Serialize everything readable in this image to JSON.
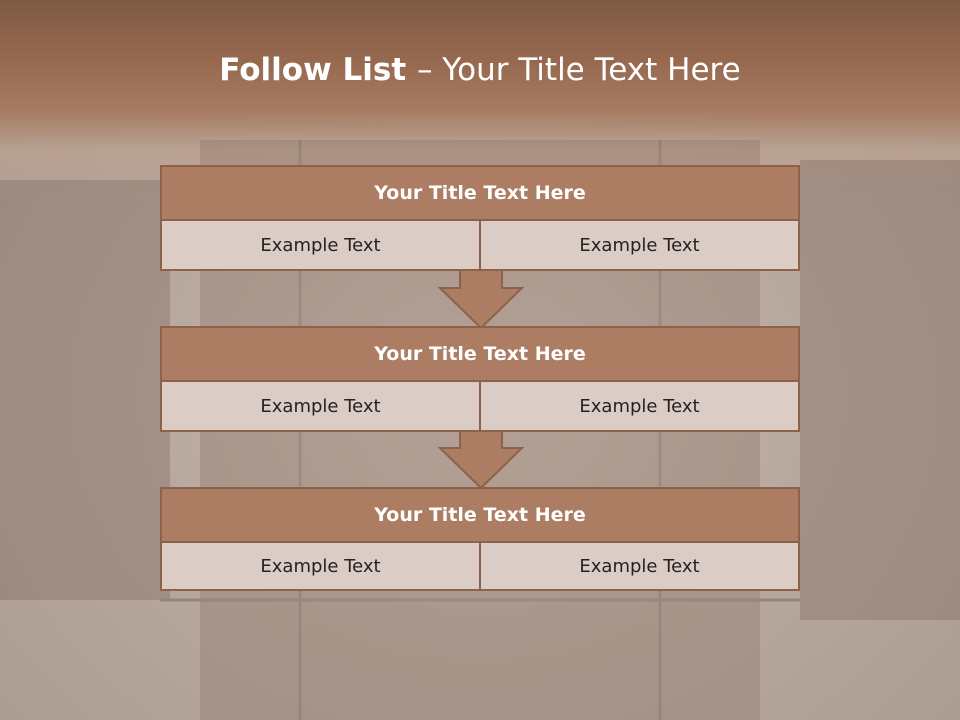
{
  "title": {
    "bold": "Follow List ",
    "rest": " – Your Title Text Here"
  },
  "blocks": [
    {
      "header": "Your Title Text Here",
      "left": "Example Text",
      "right": "Example Text"
    },
    {
      "header": "Your Title Text Here",
      "left": "Example Text",
      "right": "Example Text"
    },
    {
      "header": "Your Title Text Here",
      "left": "Example Text",
      "right": "Example Text"
    }
  ],
  "colors": {
    "accent": "#ac7c63",
    "border": "#8d624b",
    "cell_bg": "#dcccc6",
    "top_band": "#7f5a44"
  }
}
